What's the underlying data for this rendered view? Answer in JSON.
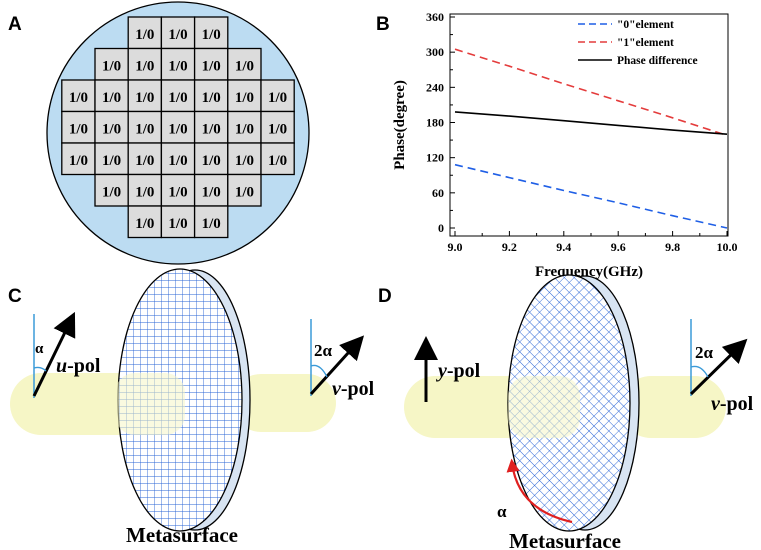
{
  "panels": {
    "a": {
      "letter": "A",
      "cell_text": "1/0",
      "row_counts": [
        3,
        5,
        7,
        7,
        7,
        5,
        3
      ]
    },
    "b": {
      "letter": "B"
    },
    "c": {
      "letter": "C",
      "alpha_label": "α",
      "in_pol_var": "u",
      "in_pol_suffix": "-pol",
      "out_angle_label": "2α",
      "out_pol_var": "v",
      "out_pol_suffix": "-pol",
      "caption": "Metasurface"
    },
    "d": {
      "letter": "D",
      "in_pol_var": "y",
      "in_pol_suffix": "-pol",
      "out_angle_label": "2α",
      "out_pol_var": "v",
      "out_pol_suffix": "-pol",
      "rotation_label": "α",
      "caption": "Metasurface"
    }
  },
  "colors": {
    "disk_fill": "#bcdcf2",
    "cell_fill": "#dcdcdc",
    "beam": "#f6f6c6",
    "grid": "#2a64d6",
    "blue": "#1f5fe6",
    "red": "#e43c3c",
    "thin_line": "#3a9ad8",
    "arrow_red": "#e02020"
  },
  "chart_data": {
    "type": "line",
    "xlabel": "Frequency(GHz)",
    "ylabel": "Phase(degree)",
    "xlim": [
      9.0,
      10.0
    ],
    "ylim": [
      0,
      360
    ],
    "xticks": [
      "9.0",
      "9.2",
      "9.4",
      "9.6",
      "9.8",
      "10.0"
    ],
    "yticks": [
      "0",
      "60",
      "120",
      "180",
      "240",
      "300",
      "360"
    ],
    "legend_position": "top-right",
    "x": [
      9.0,
      9.2,
      9.4,
      9.6,
      9.8,
      10.0
    ],
    "series": [
      {
        "name": "\"0\"element",
        "style": "dashed",
        "color": "#1f5fe6",
        "values": [
          108,
          86,
          64,
          43,
          21,
          0
        ]
      },
      {
        "name": "\"1\"element",
        "style": "dashed",
        "color": "#e43c3c",
        "values": [
          305,
          276,
          246,
          217,
          188,
          158
        ]
      },
      {
        "name": "Phase difference",
        "style": "solid",
        "color": "#000000",
        "values": [
          198,
          191,
          183,
          175,
          167,
          160
        ]
      }
    ]
  }
}
